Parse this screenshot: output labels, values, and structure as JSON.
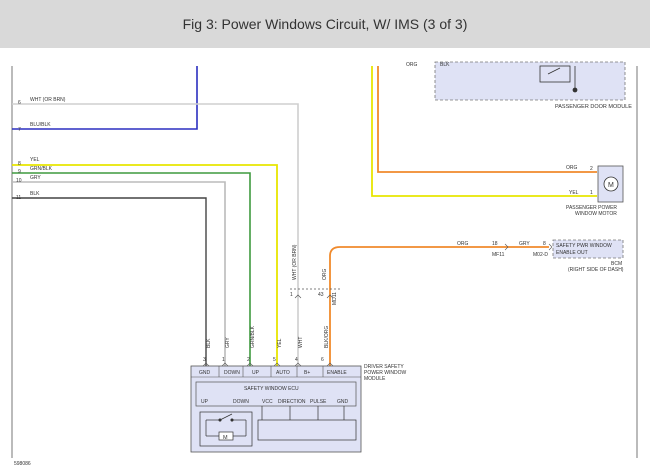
{
  "header": {
    "title": "Fig 3: Power Windows Circuit, W/ IMS (3 of 3)"
  },
  "colors": {
    "header_bg": "#d9d9d9",
    "module_fill": "#dfe2f5",
    "wire_blue": "#2b2fc0",
    "wire_yellow": "#e8e600",
    "wire_green": "#3f9a3f",
    "wire_gray": "#9a9a9a",
    "wire_orange": "#f08a2c",
    "wire_white": "#cfcfcf",
    "wire_black": "#444444"
  },
  "left_wires": [
    {
      "pin": "6",
      "label": "WHT  (OR BRN)"
    },
    {
      "pin": "7",
      "label": "BLU/BLK"
    },
    {
      "pin": "8",
      "label": "YEL"
    },
    {
      "pin": "9",
      "label": "GRN/BLK"
    },
    {
      "pin": "10",
      "label": "GRY"
    },
    {
      "pin": "11",
      "label": "BLK"
    }
  ],
  "passenger_door_module": {
    "label": "PASSENGER DOOR MODULE",
    "wire_labels": [
      "ORG",
      "BLK"
    ]
  },
  "motor": {
    "label_line1": "PASSENGER POWER",
    "label_line2": "WINDOW MOTOR",
    "symbol": "M",
    "pin_top": "2",
    "pin_bottom": "1",
    "wire_top": "ORG",
    "wire_bottom": "YEL"
  },
  "bcm": {
    "wire_label_left": "ORG",
    "pin_left": "18",
    "conn_left": "MF11",
    "wire_label_right": "GRY",
    "pin_right": "8",
    "conn_right": "M02-D",
    "box_line1": "SAFETY PWR WINDOW",
    "box_line2": "ENABLE OUT",
    "label_line1": "BCM",
    "label_line2": "(RIGHT SIDE OF DASH)"
  },
  "vertical_wire_labels": {
    "wht_or_brn": "WHT (OR BRN)",
    "org": "ORG"
  },
  "splice": {
    "pin_left": "1",
    "pin_right": "43",
    "connector": "MD11"
  },
  "driver_module": {
    "label_line1": "DRIVER SAFETY",
    "label_line2": "POWER WINDOW",
    "label_line3": "MODULE",
    "terminals": [
      {
        "pin": "3",
        "wire": "BLK",
        "name": "GND"
      },
      {
        "pin": "1",
        "wire": "GRY",
        "name": "DOWN"
      },
      {
        "pin": "2",
        "wire": "GRN/BLK",
        "name": "UP"
      },
      {
        "pin": "5",
        "wire": "YEL",
        "name": "AUTO"
      },
      {
        "pin": "4",
        "wire": "WHT",
        "name": "B+"
      },
      {
        "pin": "6",
        "wire": "BLK/ORG",
        "name": "ENABLE"
      }
    ],
    "ecu_title": "SAFETY WINDOW ECU",
    "ecu_signals": [
      "UP",
      "DOWN",
      "VCC",
      "DIRECTION",
      "PULSE",
      "GND"
    ],
    "motor_symbol": "M"
  },
  "figure_id": "598086"
}
